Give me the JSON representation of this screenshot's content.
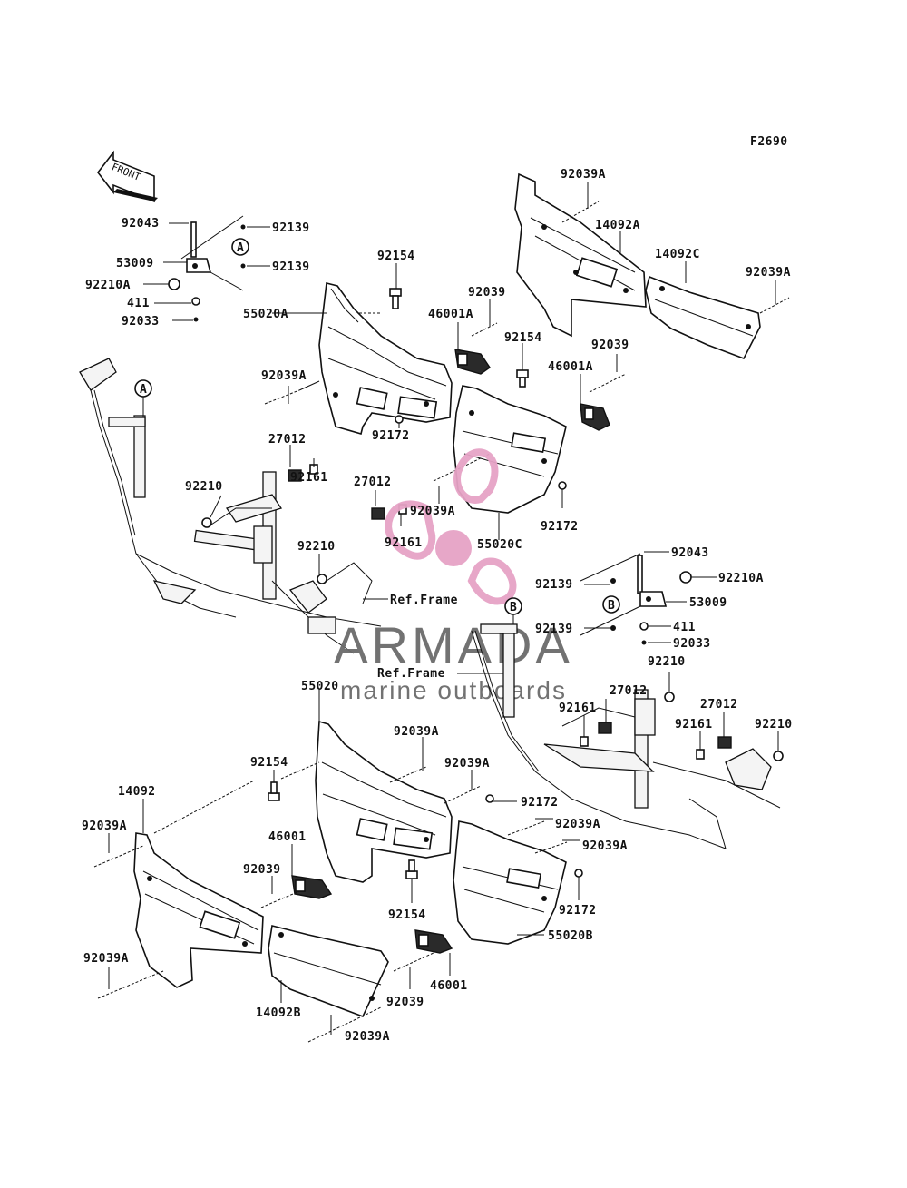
{
  "diagram_code": "F2690",
  "front_arrow_label": "FRONT",
  "ref_frame_label": "Ref.Frame",
  "watermark": {
    "brand": "ARMADA",
    "tagline": "marine outboards",
    "pink": "#e6a3c6",
    "gray": "#6b6b6b"
  },
  "callouts": {
    "a1": "A",
    "a2": "A",
    "b1": "B",
    "b2": "B"
  },
  "labels": {
    "l_92043_a": "92043",
    "l_92139_a1": "92139",
    "l_53009_a": "53009",
    "l_92139_a2": "92139",
    "l_92210A_a": "92210A",
    "l_411_a": "411",
    "l_92033_a": "92033",
    "l_92154_1": "92154",
    "l_55020A": "55020A",
    "l_92039_1": "92039",
    "l_46001A_1": "46001A",
    "l_92154_2": "92154",
    "l_92039A_1": "92039A",
    "l_14092A": "14092A",
    "l_14092C": "14092C",
    "l_92039A_2": "92039A",
    "l_92039_2": "92039",
    "l_46001A_2": "46001A",
    "l_92039A_3": "92039A",
    "l_92172_1": "92172",
    "l_27012_1": "27012",
    "l_92210_1": "92210",
    "l_92161_1": "92161",
    "l_27012_2": "27012",
    "l_92039A_4": "92039A",
    "l_92172_2": "92172",
    "l_92161_2": "92161",
    "l_55020C": "55020C",
    "l_92210_2": "92210",
    "l_ref_frame_1": "Ref.Frame",
    "l_92043_b": "92043",
    "l_92139_b1": "92139",
    "l_92210A_b": "92210A",
    "l_53009_b": "53009",
    "l_92139_b2": "92139",
    "l_411_b": "411",
    "l_92033_b": "92033",
    "l_ref_frame_2": "Ref.Frame",
    "l_92210_3": "92210",
    "l_55020": "55020",
    "l_27012_3": "27012",
    "l_92161_3": "92161",
    "l_27012_4": "27012",
    "l_92161_4": "92161",
    "l_92210_4": "92210",
    "l_92039A_5": "92039A",
    "l_92154_3": "92154",
    "l_92039A_6": "92039A",
    "l_92172_3": "92172",
    "l_14092": "14092",
    "l_92039A_7": "92039A",
    "l_92039A_8": "92039A",
    "l_92039A_9": "92039A",
    "l_46001_1": "46001",
    "l_92039_3": "92039",
    "l_92154_4": "92154",
    "l_92172_4": "92172",
    "l_55020B": "55020B",
    "l_92039A_10": "92039A",
    "l_46001_2": "46001",
    "l_14092B": "14092B",
    "l_92039_4": "92039",
    "l_92039A_11": "92039A"
  }
}
